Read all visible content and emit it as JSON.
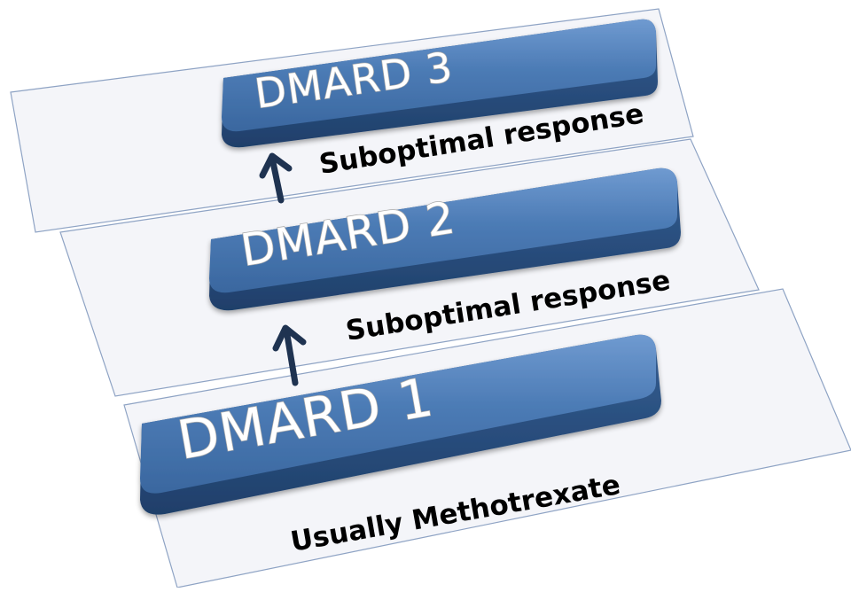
{
  "diagram": {
    "steps": [
      {
        "label": "DMARD 1",
        "caption": "Usually Methotrexate"
      },
      {
        "label": "DMARD 2",
        "caption": "Suboptimal response"
      },
      {
        "label": "DMARD 3",
        "caption": "Suboptimal response"
      }
    ],
    "colors": {
      "bar": "#4a79b2",
      "bar_dark": "#2c5283",
      "plane_fill": "#f4f5f9",
      "plane_stroke": "#8ea3c4",
      "arrow": "#1f3351"
    },
    "icons": [
      "up-arrow-icon",
      "up-arrow-icon"
    ]
  }
}
